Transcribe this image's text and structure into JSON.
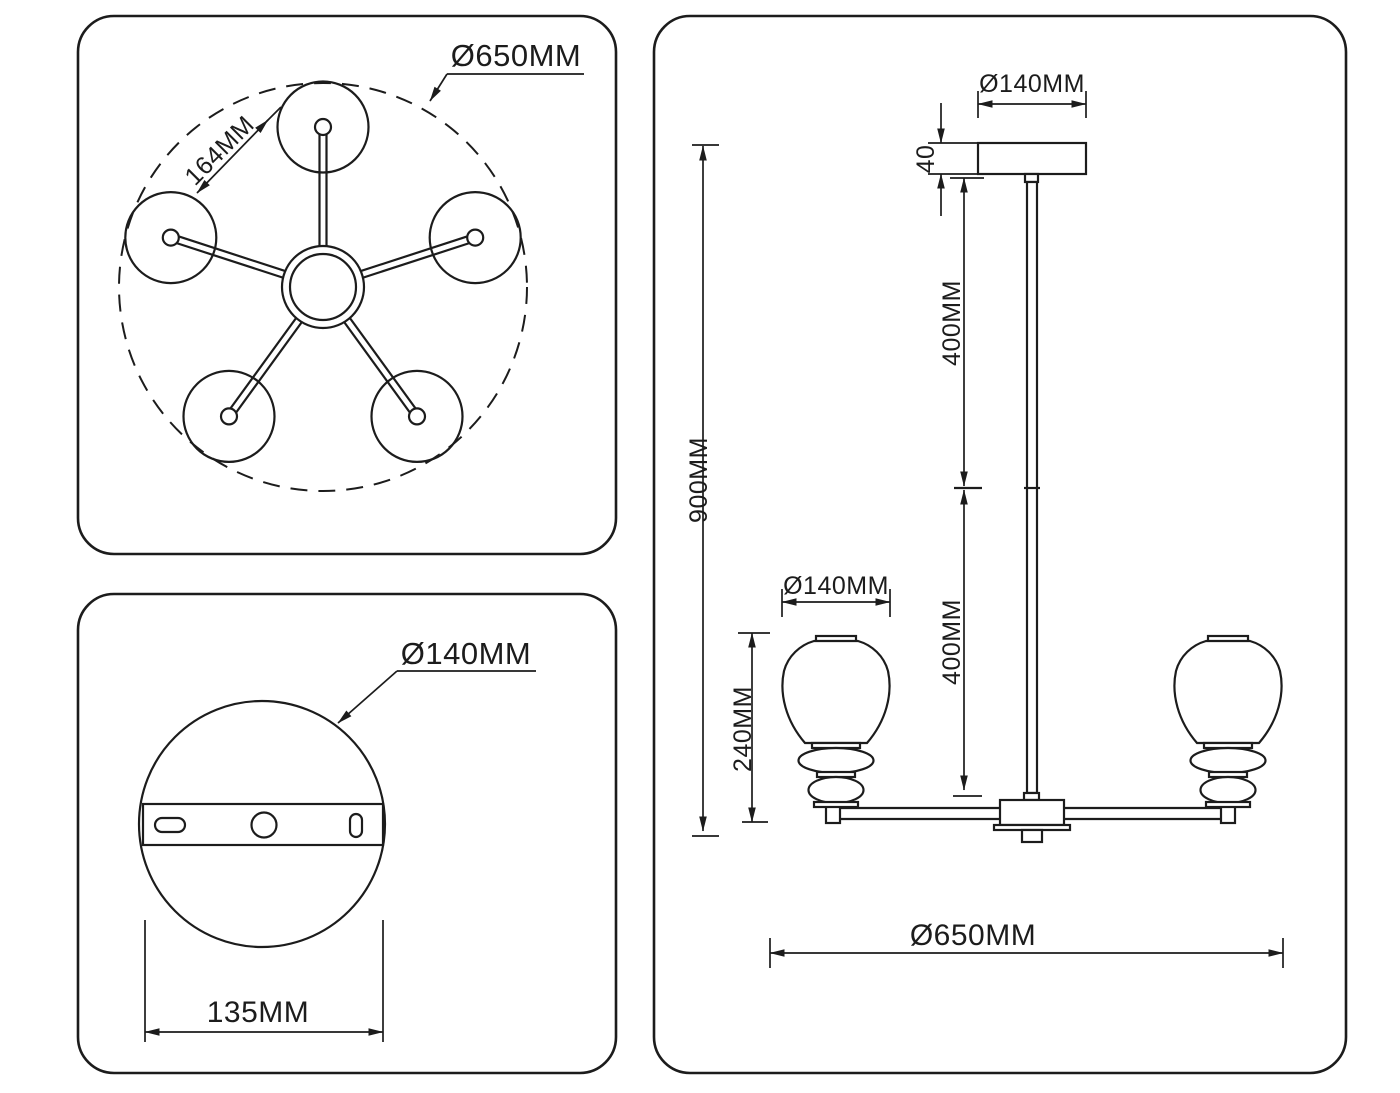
{
  "drawing": {
    "background": "#ffffff",
    "line_color": "#1c1c1c",
    "views": {
      "top": {
        "name": "five-arm top view",
        "overall_diameter": "Ø650MM",
        "shade_spacing": "164MM"
      },
      "canopy": {
        "name": "ceiling plate view",
        "diameter": "Ø140MM",
        "hole_spacing": "135MM"
      },
      "side": {
        "name": "side elevation",
        "canopy_diameter": "Ø140MM",
        "canopy_height": "40",
        "rod_upper": "400MM",
        "rod_lower": "400MM",
        "total_height": "900MM",
        "shade_diameter": "Ø140MM",
        "shade_height": "240MM",
        "overall_width": "Ø650MM"
      }
    }
  }
}
